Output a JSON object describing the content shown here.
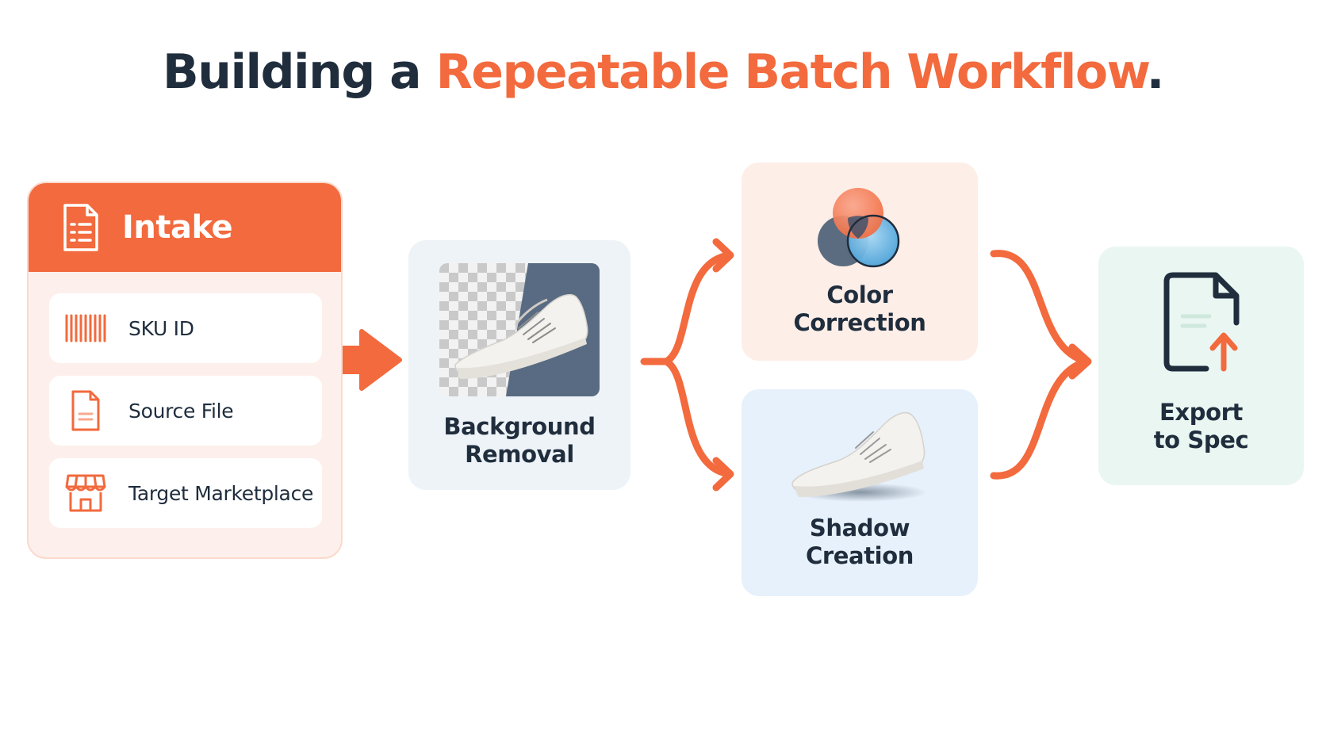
{
  "title": {
    "part1": "Building a ",
    "accent": "Repeatable Batch Workflow",
    "end": "."
  },
  "intake": {
    "title": "Intake",
    "icon": "document-list-icon",
    "items": [
      {
        "label": "SKU ID",
        "icon": "barcode-icon"
      },
      {
        "label": "Source File",
        "icon": "file-icon"
      },
      {
        "label": "Target Marketplace",
        "icon": "storefront-icon"
      }
    ]
  },
  "steps": {
    "background_removal": {
      "line1": "Background",
      "line2": "Removal",
      "icon": "sneaker-cutout-image"
    },
    "color_correction": {
      "line1": "Color",
      "line2": "Correction",
      "icon": "color-circles-icon"
    },
    "shadow_creation": {
      "line1": "Shadow",
      "line2": "Creation",
      "icon": "sneaker-shadow-image"
    },
    "export": {
      "line1": "Export",
      "line2": "to Spec",
      "icon": "file-export-icon"
    }
  },
  "colors": {
    "accent": "#f26a3d",
    "text": "#1f2d3d"
  }
}
